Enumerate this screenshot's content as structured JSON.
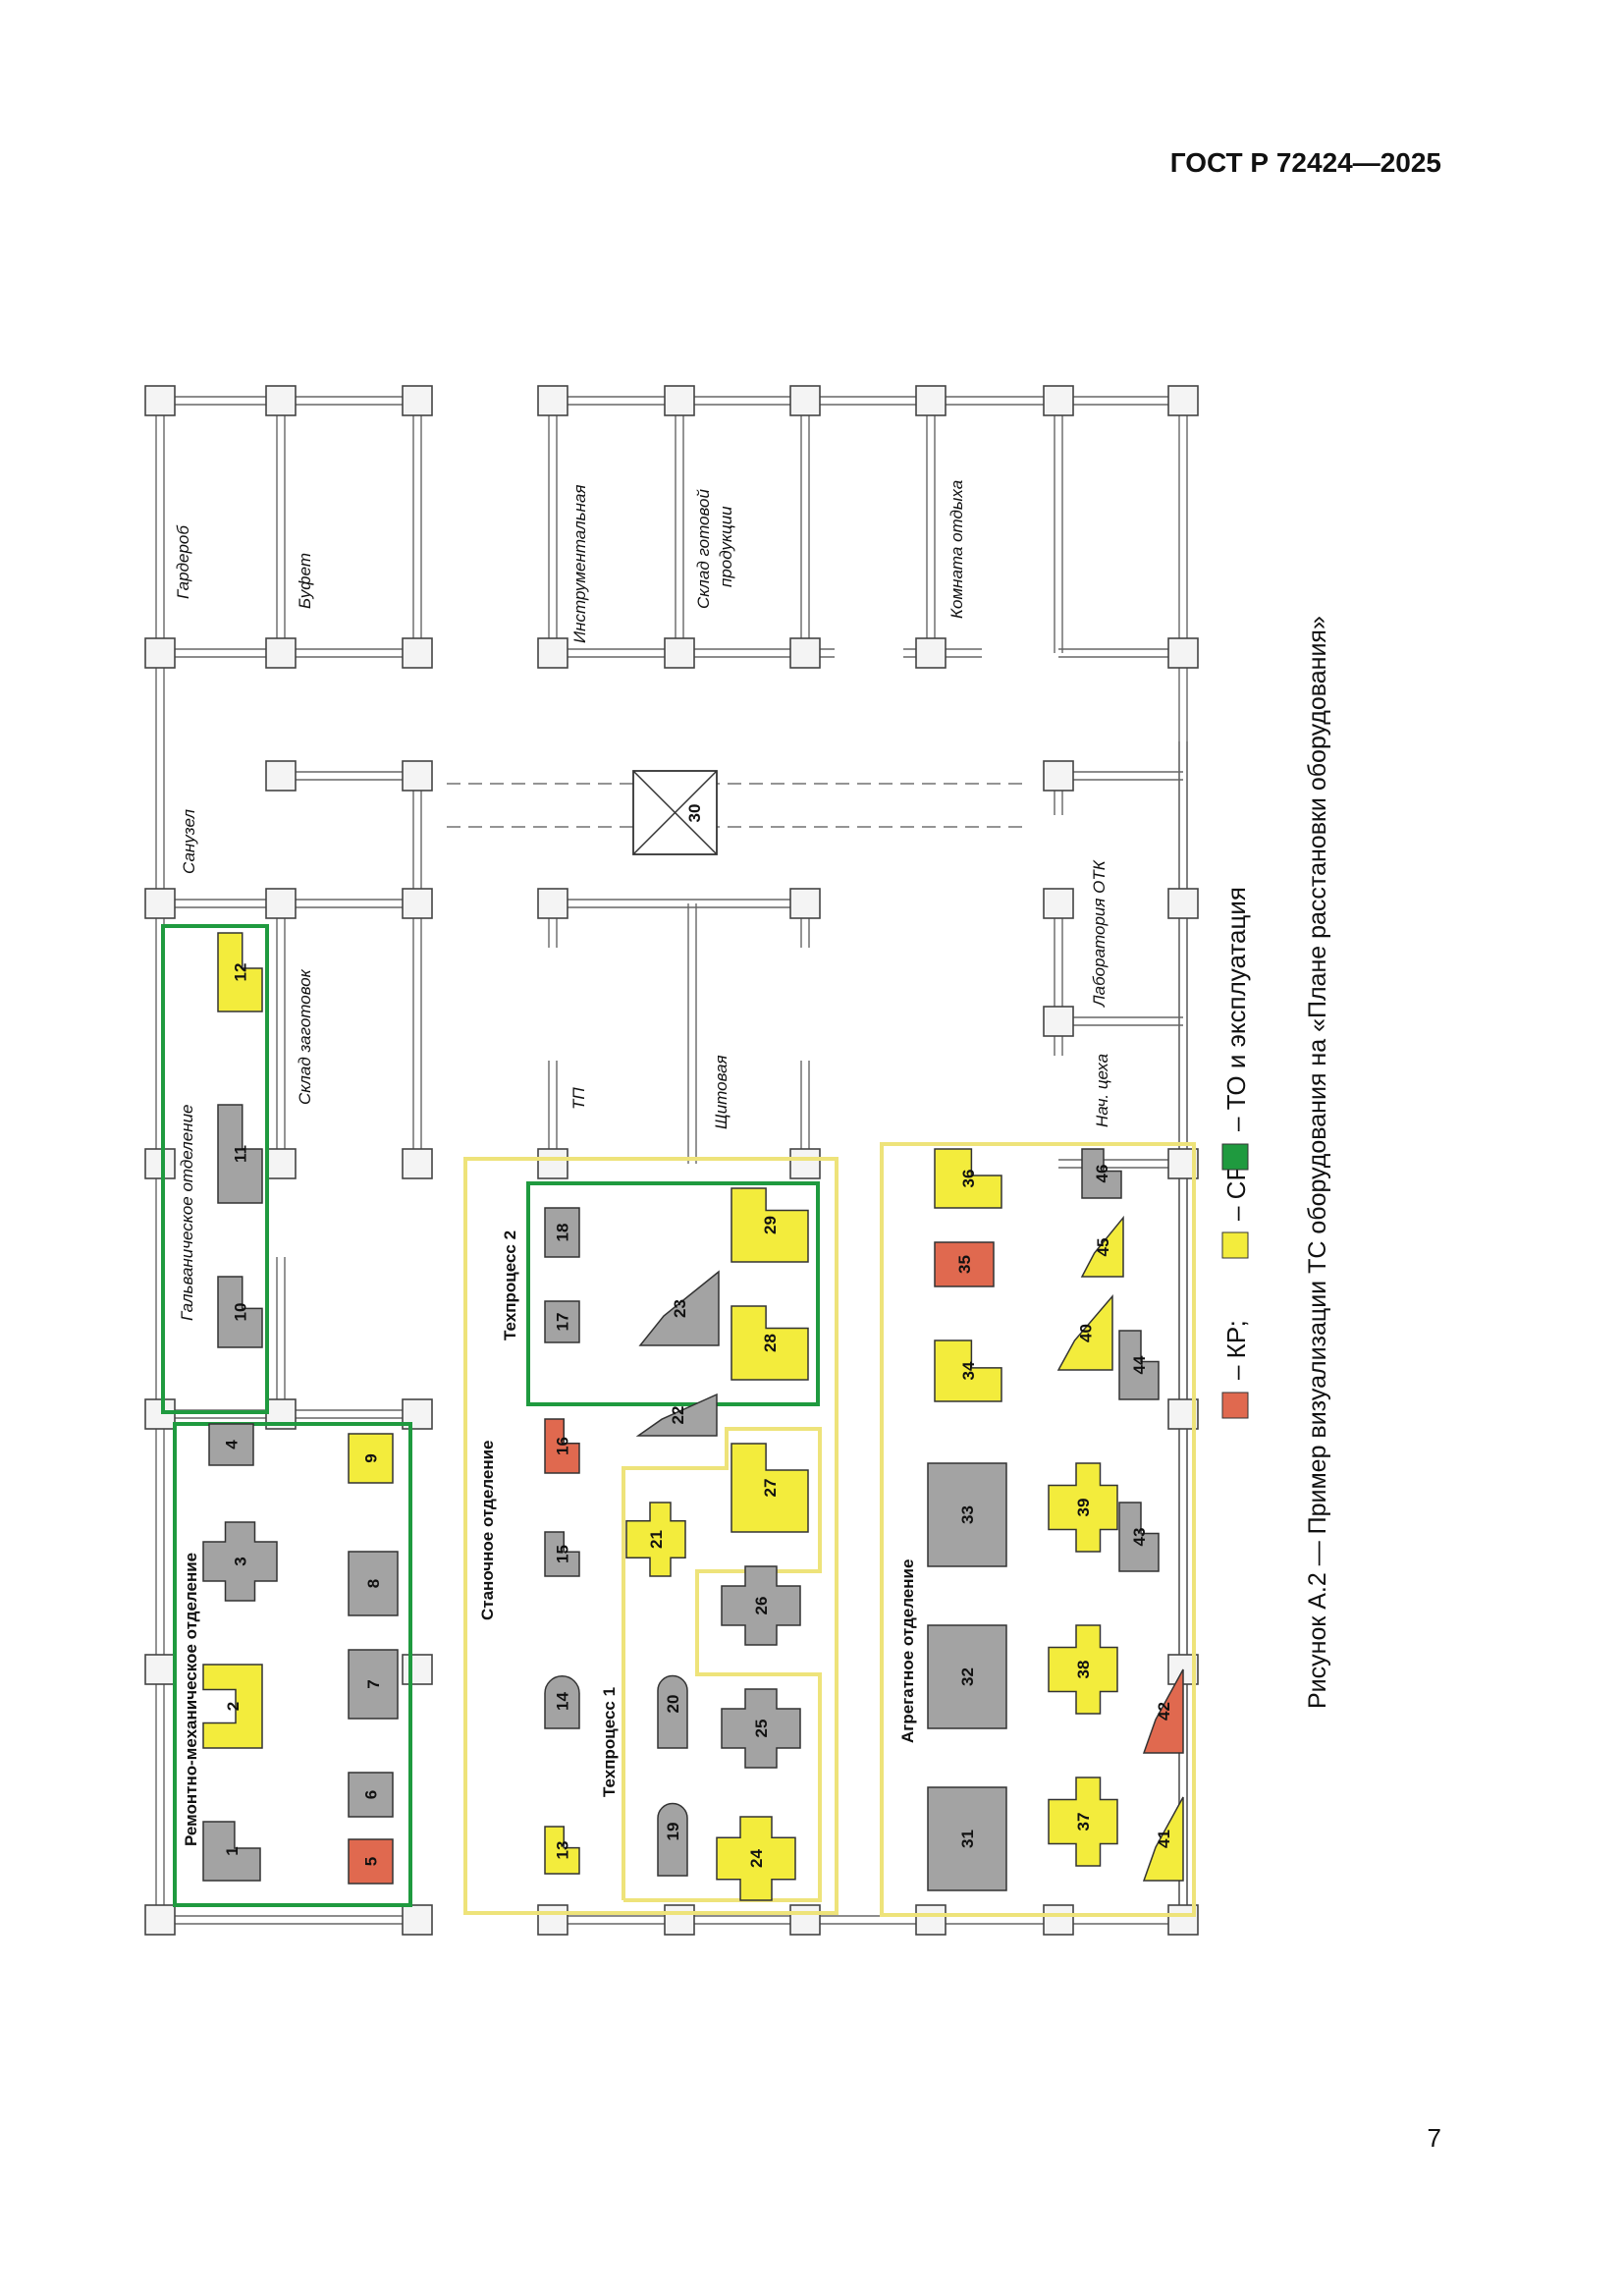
{
  "header": {
    "doc_id": "ГОСТ Р 72424—2025"
  },
  "page_number": "7",
  "caption": "Рисунок А.2 — Пример визуализации ТС оборудования на «Плане расстановки оборудования»",
  "legend": [
    {
      "color": "#e0694f",
      "text": "– КР;"
    },
    {
      "color": "#f3ec3c",
      "text": "– СР;"
    },
    {
      "color": "#1f9a3f",
      "text": "– ТО и эксплуатация"
    }
  ],
  "rooms": {
    "garderob": "Гардероб",
    "bufet": "Буфет",
    "sanuzel": "Санузел",
    "sklad_zagotovok": "Склад заготовок",
    "galvan": "Гальваническое отделение",
    "remont": "Ремонтно-механическое отделение",
    "stanoch": "Станочное отделение",
    "tech1": "Техпроцесс 1",
    "tech2": "Техпроцесс 2",
    "tp": "ТП",
    "shchit": "Щитовая",
    "instr": "Инструментальная",
    "sklad_gotov_1": "Склад готовой",
    "sklad_gotov_2": "продукции",
    "komnata": "Комната отдыха",
    "lab": "Лаборатория ОТК",
    "nach": "Нач. цеха",
    "agreg": "Агрегатное отделение"
  },
  "equipment": [
    {
      "n": "1",
      "s": "gray"
    },
    {
      "n": "2",
      "s": "yellow"
    },
    {
      "n": "3",
      "s": "gray"
    },
    {
      "n": "4",
      "s": "gray"
    },
    {
      "n": "5",
      "s": "red"
    },
    {
      "n": "6",
      "s": "gray"
    },
    {
      "n": "7",
      "s": "gray"
    },
    {
      "n": "8",
      "s": "gray"
    },
    {
      "n": "9",
      "s": "yellow"
    },
    {
      "n": "10",
      "s": "gray"
    },
    {
      "n": "11",
      "s": "gray"
    },
    {
      "n": "12",
      "s": "yellow"
    },
    {
      "n": "13",
      "s": "yellow"
    },
    {
      "n": "14",
      "s": "gray"
    },
    {
      "n": "15",
      "s": "gray"
    },
    {
      "n": "16",
      "s": "red"
    },
    {
      "n": "17",
      "s": "gray"
    },
    {
      "n": "18",
      "s": "gray"
    },
    {
      "n": "19",
      "s": "gray"
    },
    {
      "n": "20",
      "s": "gray"
    },
    {
      "n": "21",
      "s": "yellow"
    },
    {
      "n": "22",
      "s": "gray"
    },
    {
      "n": "23",
      "s": "gray"
    },
    {
      "n": "24",
      "s": "yellow"
    },
    {
      "n": "25",
      "s": "gray"
    },
    {
      "n": "26",
      "s": "gray"
    },
    {
      "n": "27",
      "s": "yellow"
    },
    {
      "n": "28",
      "s": "yellow"
    },
    {
      "n": "29",
      "s": "yellow"
    },
    {
      "n": "30",
      "s": "none"
    },
    {
      "n": "31",
      "s": "gray"
    },
    {
      "n": "32",
      "s": "gray"
    },
    {
      "n": "33",
      "s": "gray"
    },
    {
      "n": "34",
      "s": "yellow"
    },
    {
      "n": "35",
      "s": "red"
    },
    {
      "n": "36",
      "s": "yellow"
    },
    {
      "n": "37",
      "s": "yellow"
    },
    {
      "n": "38",
      "s": "yellow"
    },
    {
      "n": "39",
      "s": "yellow"
    },
    {
      "n": "40",
      "s": "yellow"
    },
    {
      "n": "41",
      "s": "yellow"
    },
    {
      "n": "42",
      "s": "red"
    },
    {
      "n": "43",
      "s": "gray"
    },
    {
      "n": "44",
      "s": "gray"
    },
    {
      "n": "45",
      "s": "yellow"
    },
    {
      "n": "46",
      "s": "gray"
    }
  ],
  "colors": {
    "red": "#e0694f",
    "yellow": "#f3ec3c",
    "green": "#1f9a3f",
    "gray": "#a3a3a3",
    "zone_yellow": "#eee37a"
  }
}
